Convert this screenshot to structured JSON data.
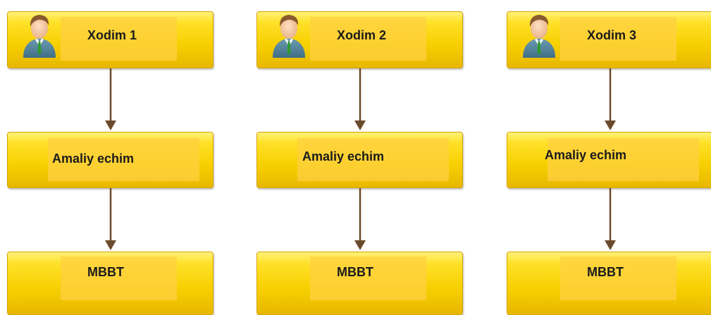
{
  "diagram": {
    "columns": [
      {
        "employee": {
          "label": "Xodim 1",
          "icon": "person-icon"
        },
        "solution": {
          "label": "Amaliy echim"
        },
        "database": {
          "label": "MBBT"
        }
      },
      {
        "employee": {
          "label": "Xodim 2",
          "icon": "person-icon"
        },
        "solution": {
          "label": "Amaliy echim"
        },
        "database": {
          "label": "MBBT"
        }
      },
      {
        "employee": {
          "label": "Xodim 3",
          "icon": "person-icon"
        },
        "solution": {
          "label": "Amaliy echim"
        },
        "database": {
          "label": "MBBT"
        }
      }
    ],
    "colors": {
      "box_fill": "#f7cf00",
      "box_border": "#d7a300",
      "inner_highlight": "#ffd042",
      "arrow": "#6b4a2b",
      "text": "#1b1b1b"
    }
  }
}
